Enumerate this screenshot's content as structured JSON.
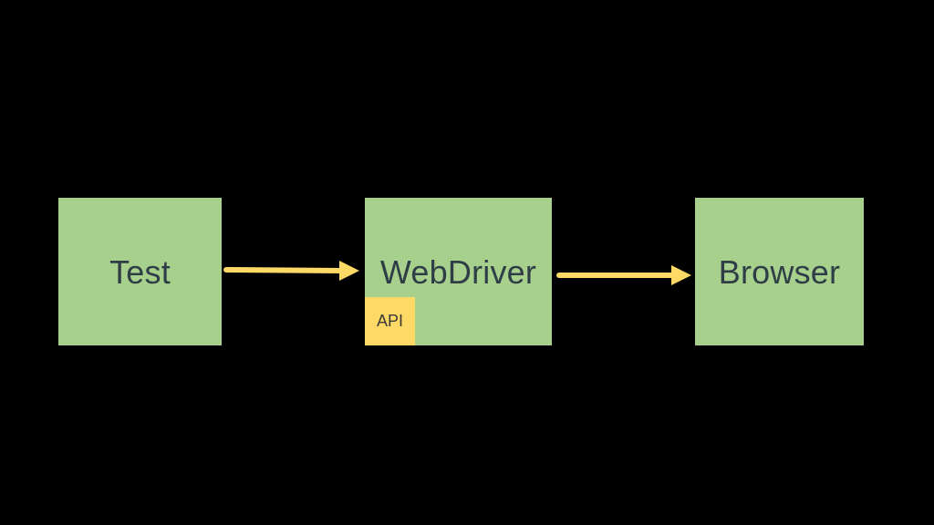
{
  "colors": {
    "background": "#000000",
    "box_fill": "#a8d08d",
    "box_text": "#2f3e46",
    "api_fill": "#ffd966",
    "api_text": "#3a3a3a",
    "arrow": "#ffd966"
  },
  "nodes": {
    "test": {
      "label": "Test"
    },
    "webdriver": {
      "label": "WebDriver",
      "badge": "API"
    },
    "browser": {
      "label": "Browser"
    }
  },
  "edges": [
    {
      "from": "test",
      "to": "webdriver"
    },
    {
      "from": "webdriver",
      "to": "browser"
    }
  ]
}
